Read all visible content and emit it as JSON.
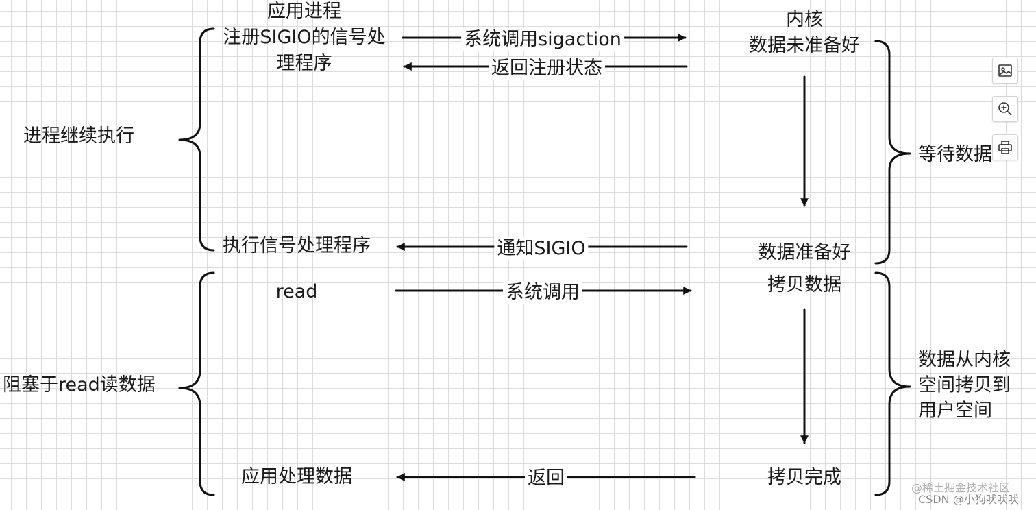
{
  "left_brackets": {
    "top_label": "进程继续执行",
    "bottom_label": "阻塞于read读数据"
  },
  "app_side": {
    "register_handler": "应用进程\n注册SIGIO的信号处\n理程序",
    "exec_handler": "执行信号处理程序",
    "read": "read",
    "process_data": "应用处理数据"
  },
  "arrows": {
    "sigaction": "系统调用sigaction",
    "return_status": "返回注册状态",
    "notify_sigio": "通知SIGIO",
    "syscall": "系统调用",
    "return": "返回"
  },
  "kernel_side": {
    "kernel_not_ready": "内核\n数据未准备好",
    "data_ready": "数据准备好",
    "copy_data": "拷贝数据",
    "copy_done": "拷贝完成"
  },
  "right_brackets": {
    "top_label": "等待数据",
    "bottom_label": "数据从内核\n空间拷贝到\n用户空间"
  },
  "toolbar": [
    "image-icon",
    "zoom-in-icon",
    "print-icon"
  ],
  "watermarks": {
    "juejin": "@稀土掘金技术社区",
    "csdn": "CSDN @小狗吠吠吠"
  },
  "colors": {
    "line": "#111111",
    "grid": "#dcdcdc"
  }
}
